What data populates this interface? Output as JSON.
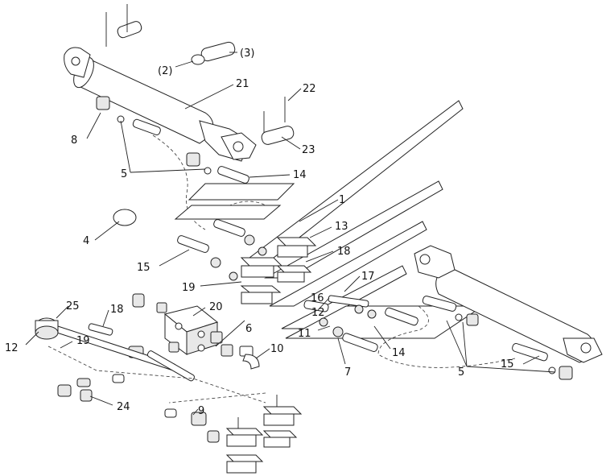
{
  "labels": {
    "l1": "1",
    "l2": "(2)",
    "l3": "(3)",
    "l4": "4",
    "l5a": "5",
    "l5b": "5",
    "l6": "6",
    "l7": "7",
    "l8": "8",
    "l9": "9",
    "l10": "10",
    "l11": "11",
    "l12a": "12",
    "l12b": "12",
    "l13": "13",
    "l14a": "14",
    "l14b": "14",
    "l15a": "15",
    "l15b": "15",
    "l16": "16",
    "l17": "17",
    "l18a": "18",
    "l18b": "18",
    "l19a": "19",
    "l19b": "19",
    "l20": "20",
    "l21": "21",
    "l22": "22",
    "l23": "23",
    "l24": "24",
    "l25": "25"
  }
}
